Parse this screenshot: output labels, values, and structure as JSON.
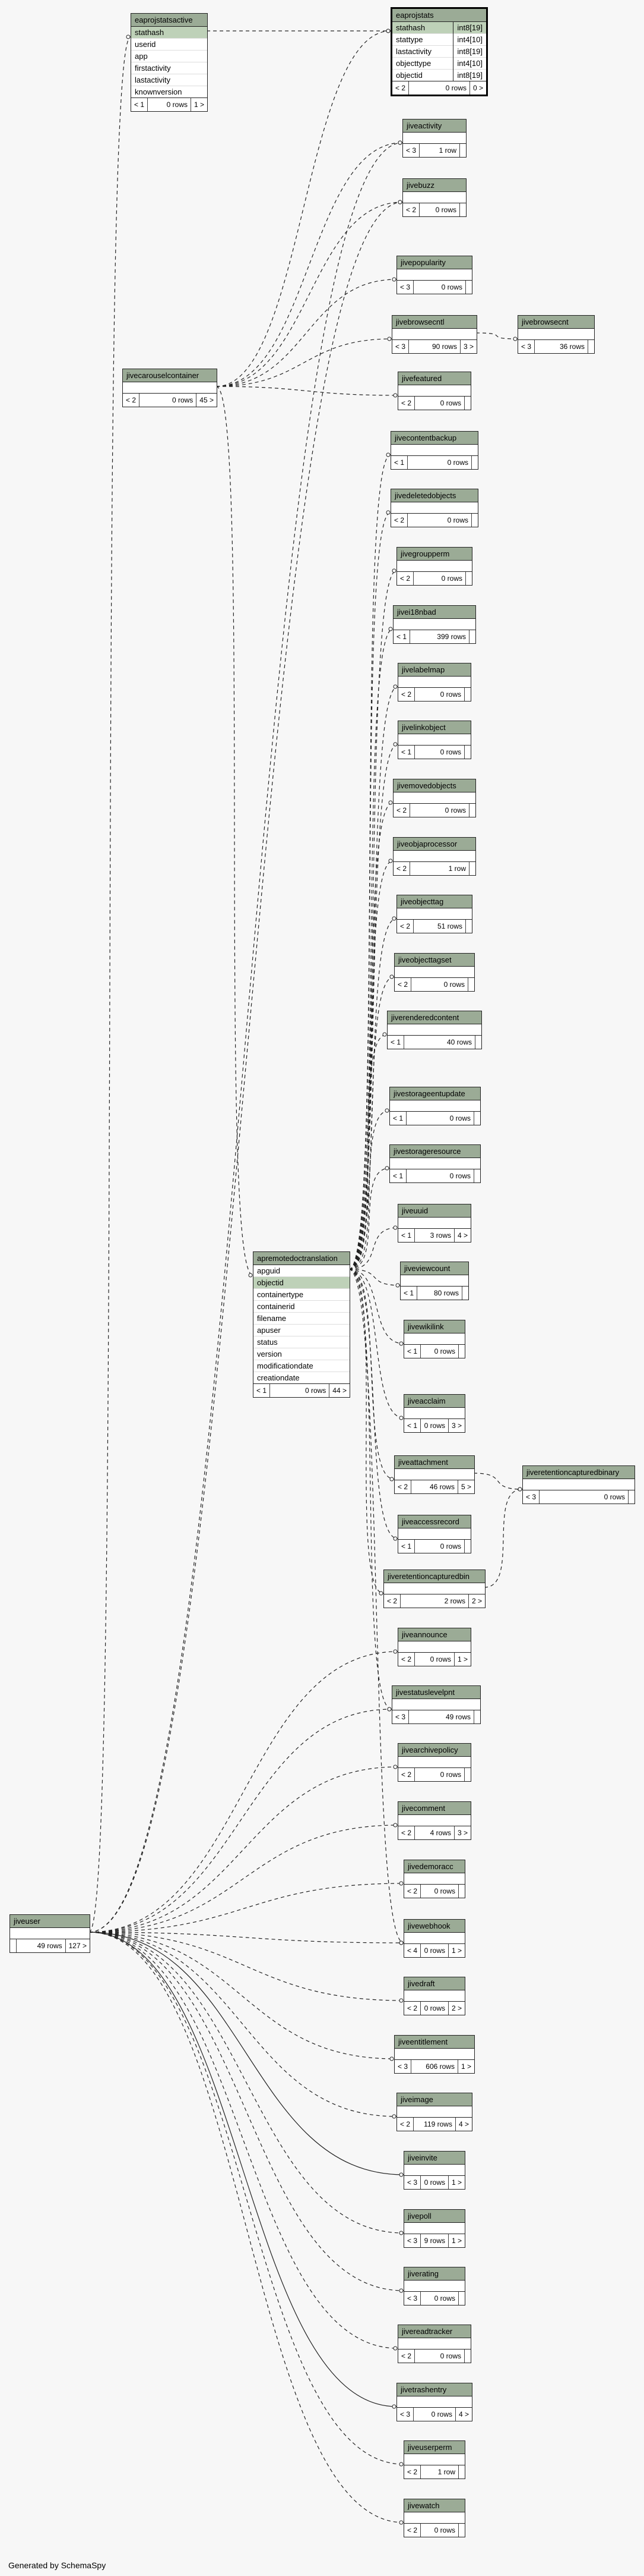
{
  "footer": "Generated by SchemaSpy",
  "tables": {
    "eaprojstats": {
      "name": "eaprojstats",
      "columns": [
        "stathash",
        "stattype",
        "lastactivity",
        "objecttype",
        "objectid"
      ],
      "types": [
        "int8[19]",
        "int4[10]",
        "int8[19]",
        "int4[10]",
        "int8[19]"
      ],
      "parents": "< 2",
      "rows": "0 rows",
      "children": "0 >"
    },
    "eaprojstatsactive": {
      "name": "eaprojstatsactive",
      "columns": [
        "stathash",
        "userid",
        "app",
        "firstactivity",
        "lastactivity",
        "knownversion"
      ],
      "parents": "< 1",
      "rows": "0 rows",
      "children": "1 >"
    },
    "jiveactivity": {
      "name": "jiveactivity",
      "parents": "< 3",
      "rows": "1 row",
      "children": ""
    },
    "jivebuzz": {
      "name": "jivebuzz",
      "parents": "< 2",
      "rows": "0 rows",
      "children": ""
    },
    "jivepopularity": {
      "name": "jivepopularity",
      "parents": "< 3",
      "rows": "0 rows",
      "children": ""
    },
    "jivebrowsecntl": {
      "name": "jivebrowsecntl",
      "parents": "< 3",
      "rows": "90 rows",
      "children": "3 >"
    },
    "jivebrowsecnt": {
      "name": "jivebrowsecnt",
      "parents": "< 3",
      "rows": "36 rows",
      "children": ""
    },
    "jivecarouselcontainer": {
      "name": "jivecarouselcontainer",
      "parents": "< 2",
      "rows": "0 rows",
      "children": "45 >"
    },
    "jivefeatured": {
      "name": "jivefeatured",
      "parents": "< 2",
      "rows": "0 rows",
      "children": ""
    },
    "jivecontentbackup": {
      "name": "jivecontentbackup",
      "parents": "< 1",
      "rows": "0 rows",
      "children": ""
    },
    "jivedeletedobjects": {
      "name": "jivedeletedobjects",
      "parents": "< 2",
      "rows": "0 rows",
      "children": ""
    },
    "jivegroupperm": {
      "name": "jivegroupperm",
      "parents": "< 2",
      "rows": "0 rows",
      "children": ""
    },
    "jivei18nbad": {
      "name": "jivei18nbad",
      "parents": "< 1",
      "rows": "399 rows",
      "children": ""
    },
    "jivelabelmap": {
      "name": "jivelabelmap",
      "parents": "< 2",
      "rows": "0 rows",
      "children": ""
    },
    "jivelinkobject": {
      "name": "jivelinkobject",
      "parents": "< 1",
      "rows": "0 rows",
      "children": ""
    },
    "jivemovedobjects": {
      "name": "jivemovedobjects",
      "parents": "< 2",
      "rows": "0 rows",
      "children": ""
    },
    "jiveobjaprocessor": {
      "name": "jiveobjaprocessor",
      "parents": "< 2",
      "rows": "1 row",
      "children": ""
    },
    "jiveobjecttag": {
      "name": "jiveobjecttag",
      "parents": "< 2",
      "rows": "51 rows",
      "children": ""
    },
    "jiveobjecttagset": {
      "name": "jiveobjecttagset",
      "parents": "< 2",
      "rows": "0 rows",
      "children": ""
    },
    "jiverenderedcontent": {
      "name": "jiverenderedcontent",
      "parents": "< 1",
      "rows": "40 rows",
      "children": ""
    },
    "apremotedoctranslation": {
      "name": "apremotedoctranslation",
      "columns": [
        "apguid",
        "objectid",
        "containertype",
        "containerid",
        "filename",
        "apuser",
        "status",
        "version",
        "modificationdate",
        "creationdate"
      ],
      "parents": "< 1",
      "rows": "0 rows",
      "children": "44 >"
    },
    "jivestorageentupdate": {
      "name": "jivestorageentupdate",
      "parents": "< 1",
      "rows": "0 rows",
      "children": ""
    },
    "jivestorageresource": {
      "name": "jivestorageresource",
      "parents": "< 1",
      "rows": "0 rows",
      "children": ""
    },
    "jiveuuid": {
      "name": "jiveuuid",
      "parents": "< 1",
      "rows": "3 rows",
      "children": "4 >"
    },
    "jiveviewcount": {
      "name": "jiveviewcount",
      "parents": "< 1",
      "rows": "80 rows",
      "children": ""
    },
    "jivewikilink": {
      "name": "jivewikilink",
      "parents": "< 1",
      "rows": "0 rows",
      "children": ""
    },
    "jiveacclaim": {
      "name": "jiveacclaim",
      "parents": "< 1",
      "rows": "0 rows",
      "children": "3 >"
    },
    "jiveattachment": {
      "name": "jiveattachment",
      "parents": "< 2",
      "rows": "46 rows",
      "children": "5 >"
    },
    "jiveaccessrecord": {
      "name": "jiveaccessrecord",
      "parents": "< 1",
      "rows": "0 rows",
      "children": ""
    },
    "jiveretentioncapturedbin": {
      "name": "jiveretentioncapturedbin",
      "parents": "< 2",
      "rows": "2 rows",
      "children": "2 >"
    },
    "jiveretentioncapturedbinary": {
      "name": "jiveretentioncapturedbinary",
      "parents": "< 3",
      "rows": "0 rows",
      "children": ""
    },
    "jiveannounce": {
      "name": "jiveannounce",
      "parents": "< 2",
      "rows": "0 rows",
      "children": "1 >"
    },
    "jivestatuslevelpnt": {
      "name": "jivestatuslevelpnt",
      "parents": "< 3",
      "rows": "49 rows",
      "children": ""
    },
    "jivearchivepolicy": {
      "name": "jivearchivepolicy",
      "parents": "< 2",
      "rows": "0 rows",
      "children": ""
    },
    "jivecomment": {
      "name": "jivecomment",
      "parents": "< 2",
      "rows": "4 rows",
      "children": "3 >"
    },
    "jivedemoracc": {
      "name": "jivedemoracc",
      "parents": "< 2",
      "rows": "0 rows",
      "children": ""
    },
    "jivewebhook": {
      "name": "jivewebhook",
      "parents": "< 4",
      "rows": "0 rows",
      "children": "1 >"
    },
    "jiveuser": {
      "name": "jiveuser",
      "parents": "",
      "rows": "49 rows",
      "children": "127 >"
    },
    "jivedraft": {
      "name": "jivedraft",
      "parents": "< 2",
      "rows": "0 rows",
      "children": "2 >"
    },
    "jiveentitlement": {
      "name": "jiveentitlement",
      "parents": "< 3",
      "rows": "606 rows",
      "children": "1 >"
    },
    "jiveimage": {
      "name": "jiveimage",
      "parents": "< 2",
      "rows": "119 rows",
      "children": "4 >"
    },
    "jiveinvite": {
      "name": "jiveinvite",
      "parents": "< 3",
      "rows": "0 rows",
      "children": "1 >"
    },
    "jivepoll": {
      "name": "jivepoll",
      "parents": "< 3",
      "rows": "9 rows",
      "children": "1 >"
    },
    "jiverating": {
      "name": "jiverating",
      "parents": "< 3",
      "rows": "0 rows",
      "children": ""
    },
    "jivereadtracker": {
      "name": "jivereadtracker",
      "parents": "< 2",
      "rows": "0 rows",
      "children": ""
    },
    "jivetrashentry": {
      "name": "jivetrashentry",
      "parents": "< 3",
      "rows": "0 rows",
      "children": "4 >"
    },
    "jiveuserperm": {
      "name": "jiveuserperm",
      "parents": "< 2",
      "rows": "1 row",
      "children": ""
    },
    "jivewatch": {
      "name": "jivewatch",
      "parents": "< 2",
      "rows": "0 rows",
      "children": ""
    }
  }
}
